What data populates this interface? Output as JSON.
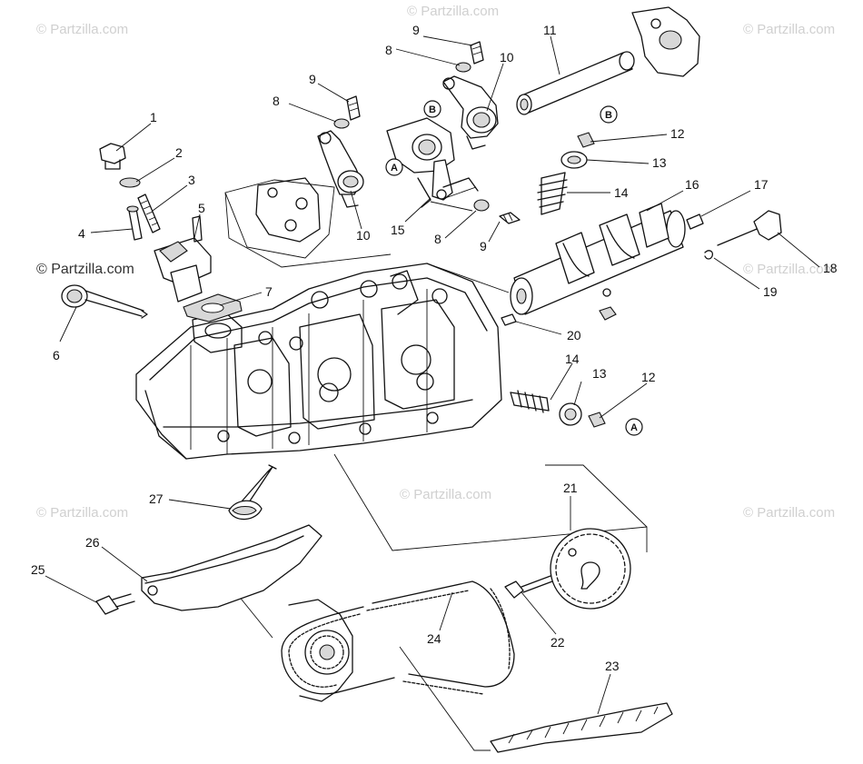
{
  "watermarks": [
    "© Partzilla.com",
    "© Partzilla.com",
    "© Partzilla.com",
    "© Partzilla.com",
    "© Partzilla.com",
    "© Partzilla.com",
    "© Partzilla.com",
    "© Partzilla.com"
  ],
  "watermark_primary": "© Partzilla.com",
  "ref_letters": [
    "A",
    "B"
  ],
  "callouts": [
    "1",
    "2",
    "3",
    "4",
    "5",
    "6",
    "7",
    "8",
    "9",
    "10",
    "11",
    "12",
    "13",
    "14",
    "15",
    "16",
    "17",
    "18",
    "19",
    "20",
    "21",
    "22",
    "23",
    "24",
    "25",
    "26",
    "27"
  ],
  "colors": {
    "line": "#111111",
    "watermark": "#d0d0d0",
    "background": "#ffffff"
  }
}
